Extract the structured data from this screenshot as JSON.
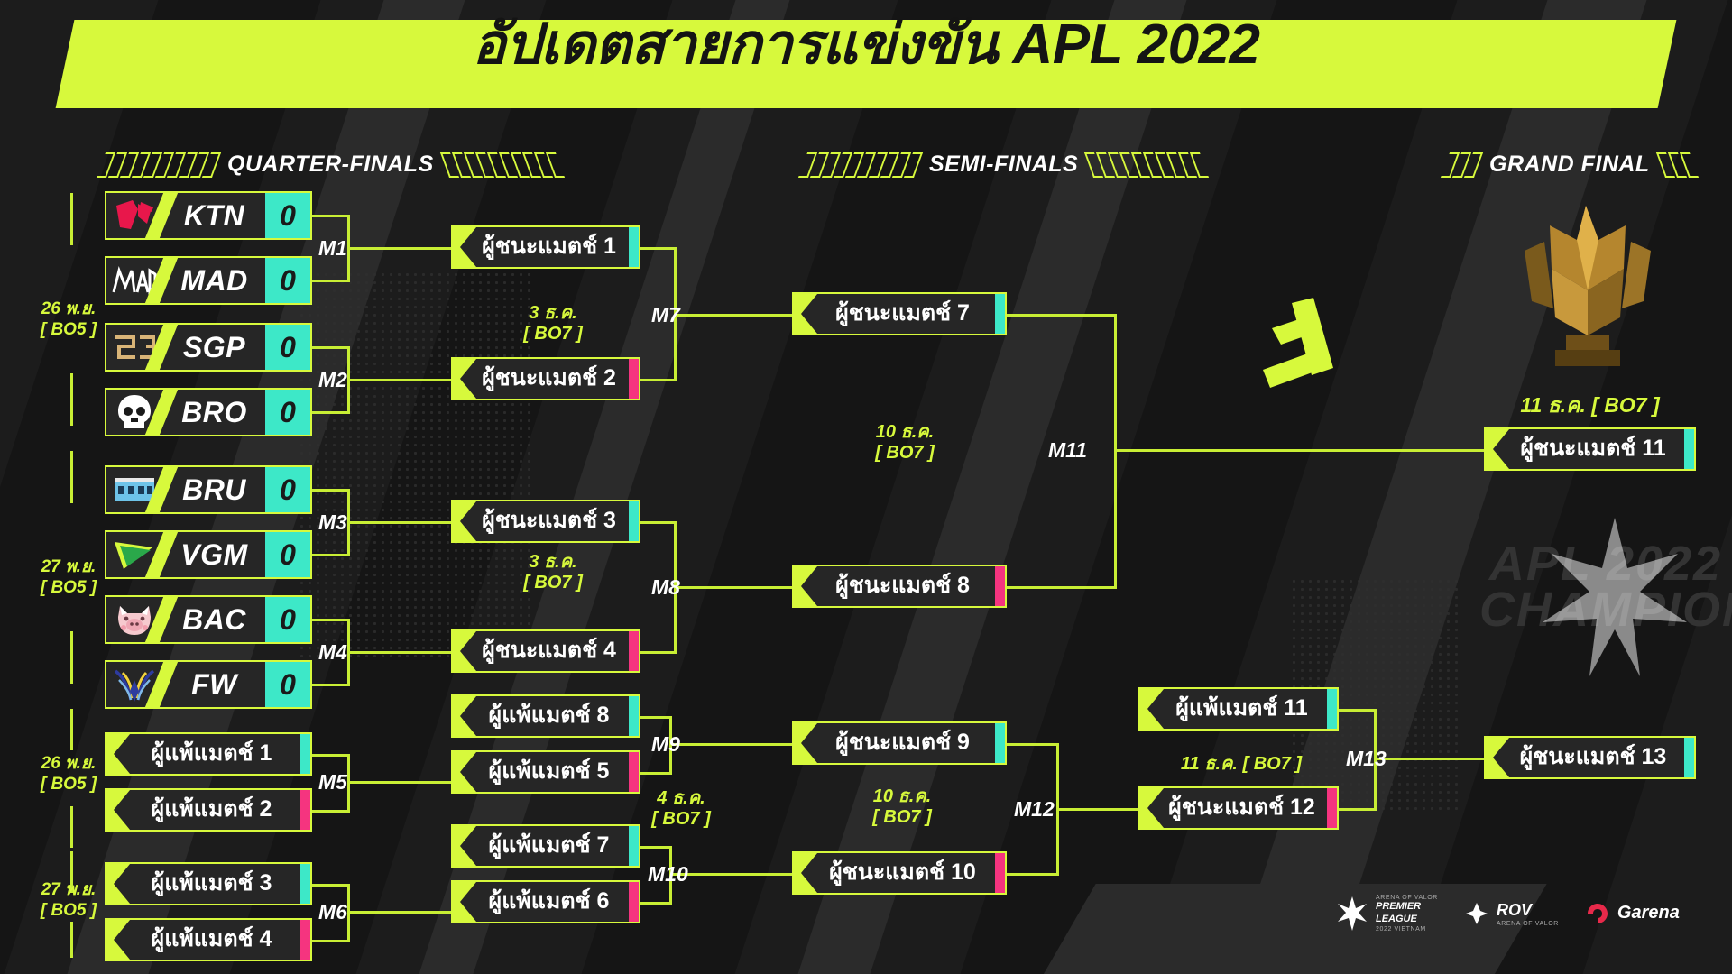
{
  "header": {
    "title": "อัปเดตสายการแข่งขัน  APL 2022",
    "rounds": [
      {
        "label": "QUARTER-FINALS"
      },
      {
        "label": "SEMI-FINALS"
      },
      {
        "label": "GRAND FINAL"
      }
    ]
  },
  "colors": {
    "lime": "#D7F93C",
    "cyan": "#3DE8C8",
    "pink": "#F5347F",
    "background": "#1c1c1c",
    "panel": "#262626"
  },
  "date_groups": [
    {
      "date": "26 พ.ย.",
      "format": "[ BO5 ]"
    },
    {
      "date": "27 พ.ย.",
      "format": "[ BO5 ]"
    },
    {
      "date": "26 พ.ย.",
      "format": "[ BO5 ]"
    },
    {
      "date": "27 พ.ย.",
      "format": "[ BO5 ]"
    }
  ],
  "teams": [
    {
      "abbr": "KTN",
      "score": "0"
    },
    {
      "abbr": "MAD",
      "score": "0"
    },
    {
      "abbr": "SGP",
      "score": "0"
    },
    {
      "abbr": "BRO",
      "score": "0"
    },
    {
      "abbr": "BRU",
      "score": "0"
    },
    {
      "abbr": "VGM",
      "score": "0"
    },
    {
      "abbr": "BAC",
      "score": "0"
    },
    {
      "abbr": "FW",
      "score": "0"
    }
  ],
  "slots": [
    {
      "text": "ผู้แพ้แมตช์ 1"
    },
    {
      "text": "ผู้แพ้แมตช์ 2"
    },
    {
      "text": "ผู้แพ้แมตช์ 3"
    },
    {
      "text": "ผู้แพ้แมตช์ 4"
    },
    {
      "text": "ผู้ชนะแมตช์ 1"
    },
    {
      "text": "ผู้ชนะแมตช์ 2"
    },
    {
      "text": "ผู้ชนะแมตช์ 3"
    },
    {
      "text": "ผู้ชนะแมตช์ 4"
    },
    {
      "text": "ผู้แพ้แมตช์ 8"
    },
    {
      "text": "ผู้แพ้แมตช์ 5"
    },
    {
      "text": "ผู้แพ้แมตช์ 7"
    },
    {
      "text": "ผู้แพ้แมตช์ 6"
    },
    {
      "text": "ผู้ชนะแมตช์ 7"
    },
    {
      "text": "ผู้ชนะแมตช์ 8"
    },
    {
      "text": "ผู้ชนะแมตช์ 9"
    },
    {
      "text": "ผู้ชนะแมตช์ 10"
    },
    {
      "text": "ผู้แพ้แมตช์ 11"
    },
    {
      "text": "ผู้ชนะแมตช์ 12"
    },
    {
      "text": "ผู้ชนะแมตช์ 11"
    },
    {
      "text": "ผู้ชนะแมตช์ 13"
    }
  ],
  "matches": [
    {
      "id": "M1"
    },
    {
      "id": "M2"
    },
    {
      "id": "M3"
    },
    {
      "id": "M4"
    },
    {
      "id": "M5"
    },
    {
      "id": "M6"
    },
    {
      "id": "M7"
    },
    {
      "id": "M8"
    },
    {
      "id": "M9"
    },
    {
      "id": "M10"
    },
    {
      "id": "M11"
    },
    {
      "id": "M12"
    },
    {
      "id": "M13"
    }
  ],
  "match_dates": [
    {
      "date": "3 ธ.ค.",
      "format": "[ BO7 ]"
    },
    {
      "date": "3 ธ.ค.",
      "format": "[ BO7 ]"
    },
    {
      "date": "4 ธ.ค.",
      "format": "[ BO7 ]"
    },
    {
      "date": "10 ธ.ค.",
      "format": "[ BO7 ]"
    },
    {
      "date": "10 ธ.ค.",
      "format": "[ BO7 ]"
    },
    {
      "date": "11 ธ.ค. [ BO7 ]",
      "format": ""
    },
    {
      "date": "11 ธ.ค.",
      "format": "[ BO7 ]"
    }
  ],
  "champion_art": {
    "line1": "APL 2022",
    "line2": "CHAMPION"
  },
  "footer_logos": [
    {
      "name": "ARENA OF VALOR",
      "line1": "PREMIER",
      "line2": "LEAGUE",
      "sub": "2022 VIETNAM"
    },
    {
      "name": "ROV",
      "sub": "ARENA OF VALOR"
    },
    {
      "name": "Garena"
    }
  ]
}
